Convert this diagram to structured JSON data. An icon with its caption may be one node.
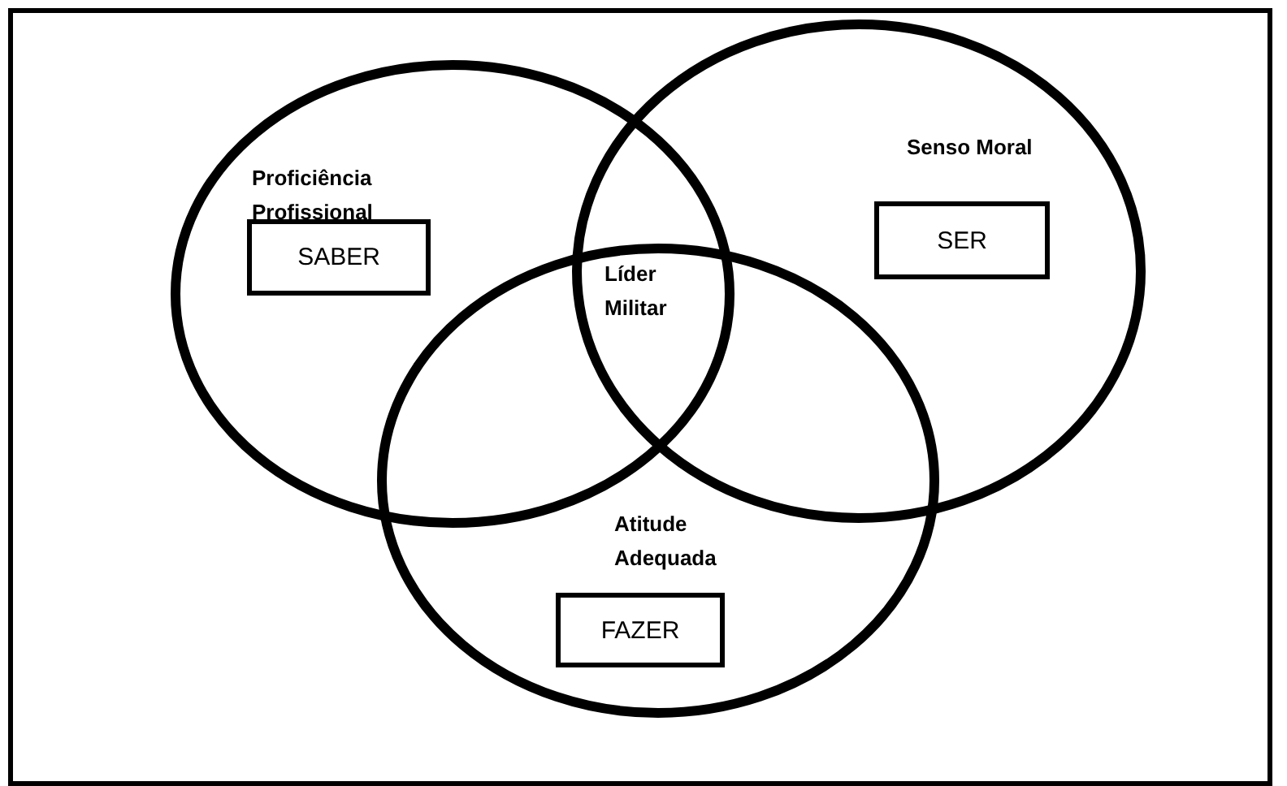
{
  "diagram": {
    "nodes": [
      {
        "text": [
          "Proficiência Profissional"
        ]
      },
      {
        "text": [
          "Senso Moral"
        ]
      },
      {
        "text": [
          "Atitude Adequada"
        ]
      },
      {
        "text": [
          "SABER"
        ],
        "in": 0
      },
      {
        "text": [
          "SER"
        ],
        "in": 1
      },
      {
        "text": [
          "FAZER"
        ],
        "in": 2
      }
    ],
    "labels": [
      "Líder Militar"
    ]
  }
}
